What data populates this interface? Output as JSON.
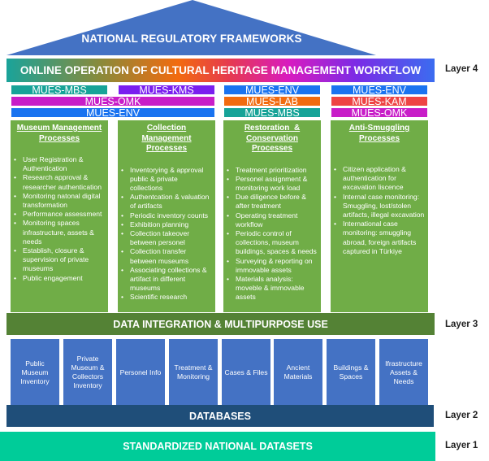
{
  "roof": {
    "title": "NATIONAL REGULATORY FRAMEWORKS",
    "color": "#4472c4"
  },
  "workflow": {
    "title": "ONLINE OPERATION OF CULTURAL HERITAGE MANAGEMENT WORKFLOW"
  },
  "layers": {
    "layer4": "Layer 4",
    "layer3": "Layer 3",
    "layer2": "Layer 2",
    "layer1": "Layer 1"
  },
  "modules": {
    "col1_top": {
      "label": "MUES-MBS",
      "color": "#17a398"
    },
    "col2_top": {
      "label": "MUES-KMS",
      "color": "#7a1fef"
    },
    "span_omk": {
      "label": "MUES-OMK",
      "color": "#c81ec8"
    },
    "span_env": {
      "label": "MUES-ENV",
      "color": "#1a73f0"
    },
    "col3": [
      {
        "label": "MUES-ENV",
        "color": "#1a73f0"
      },
      {
        "label": "MUES-LAB",
        "color": "#f26b0f"
      },
      {
        "label": "MUES-MBS",
        "color": "#17a398"
      }
    ],
    "col4": [
      {
        "label": "MUES-ENV",
        "color": "#1a73f0"
      },
      {
        "label": "MUES-KAM",
        "color": "#ee4444"
      },
      {
        "label": "MUES-OMK",
        "color": "#c81ec8"
      }
    ]
  },
  "processes": [
    {
      "title_line1": "Museum Management",
      "title_line2": "Processes",
      "items": [
        "User Registration & Authentication",
        "Research approval & researcher authentication",
        "Monitoring natonal digital transformation",
        "Performance assessment",
        "Monitoring spaces infrastructure, assets & needs",
        "Establish, closure & supervision of private museums",
        "Public engagement"
      ]
    },
    {
      "title_line1": "Collection Management",
      "title_line2": "Processes",
      "items": [
        "Inventorying & approval public & private collections",
        "Authentcation & valuation of artifacts",
        "Periodic inventory counts",
        "Exhibition planning",
        "Collection takeover between personel",
        "Collection transfer between museums",
        "Associating collections & artifact in different museums",
        "Scientific research"
      ]
    },
    {
      "title_line1": "Restoration  &",
      "title_line2": "Conservation Processes",
      "items": [
        "Treatment prioritization",
        "Personel assignment & monitoring work load",
        "Due diligence before & after treatment",
        "Operating treatment workflow",
        "Periodic control of collections, museum buildings, spaces & needs",
        "Surveying & reporting on immovable assets",
        "Materials analysis: moveble & immovable assets"
      ]
    },
    {
      "title_line1": "Anti-Smuggling",
      "title_line2": "Processes",
      "items": [
        "Citizen application & authentication for excavation liscence",
        "Internal case monitoring: Smuggling, lost/stolen artifacts, illegal excavation",
        "International case monitoring: smuggling abroad, foreign artifacts captured in Türkiye"
      ]
    }
  ],
  "integration": {
    "title": "DATA INTEGRATION & MULTIPURPOSE USE"
  },
  "databases_items": [
    "Public Museum Inventory",
    "Private Museum & Collectors Inventory",
    "Personel Info",
    "Treatment & Monitoring",
    "Cases & Files",
    "Ancient Materials",
    "Buildings & Spaces",
    "Ifrastructure Assets & Needs"
  ],
  "databases": {
    "title": "DATABASES"
  },
  "standard": {
    "title": "STANDARDIZED NATIONAL DATASETS"
  }
}
